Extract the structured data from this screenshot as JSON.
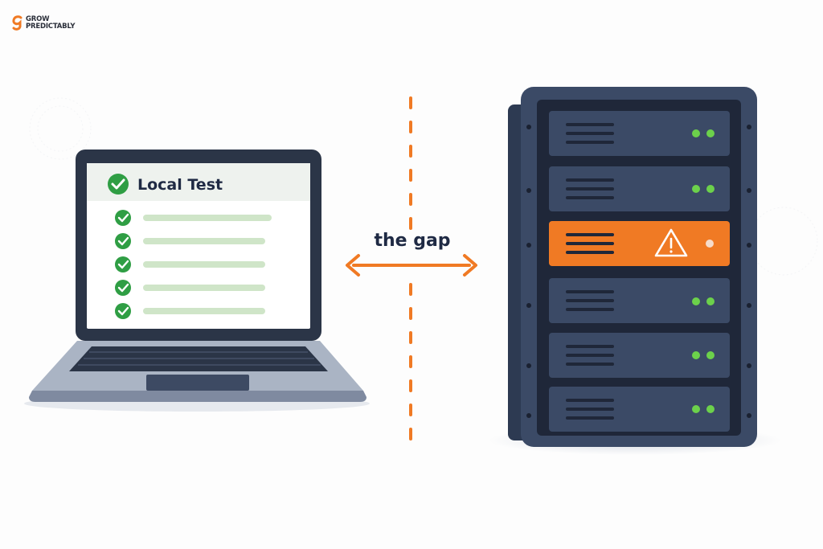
{
  "brand": {
    "line1": "GROW",
    "line2": "PREDICTABLY",
    "mark_color": "#f07a24"
  },
  "laptop": {
    "title": "Local Test",
    "check_icon": "check-circle-icon",
    "checklist_items": 5,
    "check_color": "#2f9e44"
  },
  "divider": {
    "label": "the gap",
    "arrow_icon": "double-arrow-icon",
    "accent_color": "#f07a24"
  },
  "server": {
    "units": 6,
    "failing_unit": 3,
    "warning_icon": "warning-triangle-icon",
    "led_color": "#6cd14b",
    "alert_color": "#f07a24",
    "body_color": "#3b4a66"
  }
}
